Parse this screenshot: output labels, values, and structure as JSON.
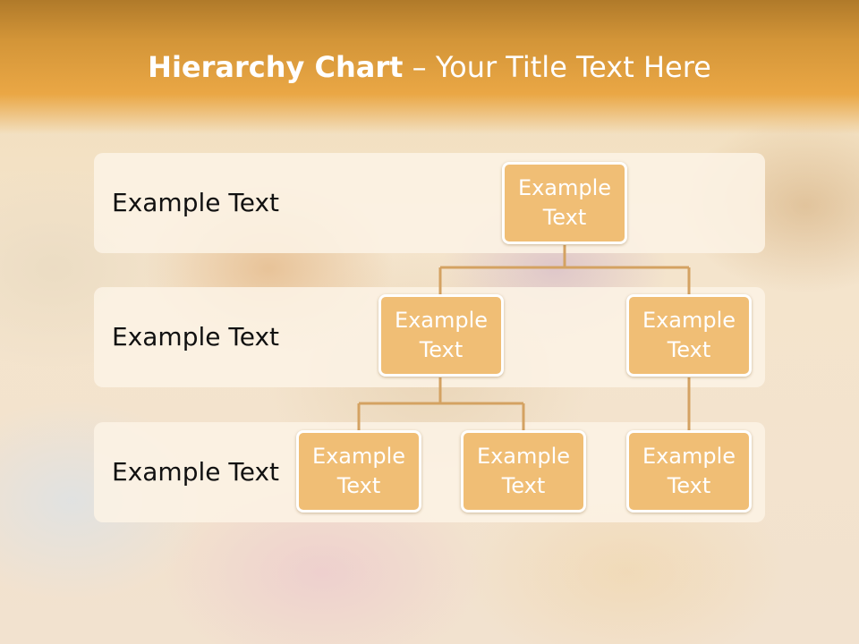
{
  "title": {
    "bold": "Hierarchy Chart",
    "rest": " – Your Title Text Here"
  },
  "bands": [
    {
      "label": "Example Text"
    },
    {
      "label": "Example Text"
    },
    {
      "label": "Example Text"
    }
  ],
  "nodes": {
    "root": "Example Text",
    "level2_left": "Example Text",
    "level2_right": "Example Text",
    "level3_a": "Example Text",
    "level3_b": "Example Text",
    "level3_c": "Example Text"
  },
  "colors": {
    "node_fill": "#f0be75",
    "connector": "#d4a262",
    "header": "#eaa745"
  }
}
